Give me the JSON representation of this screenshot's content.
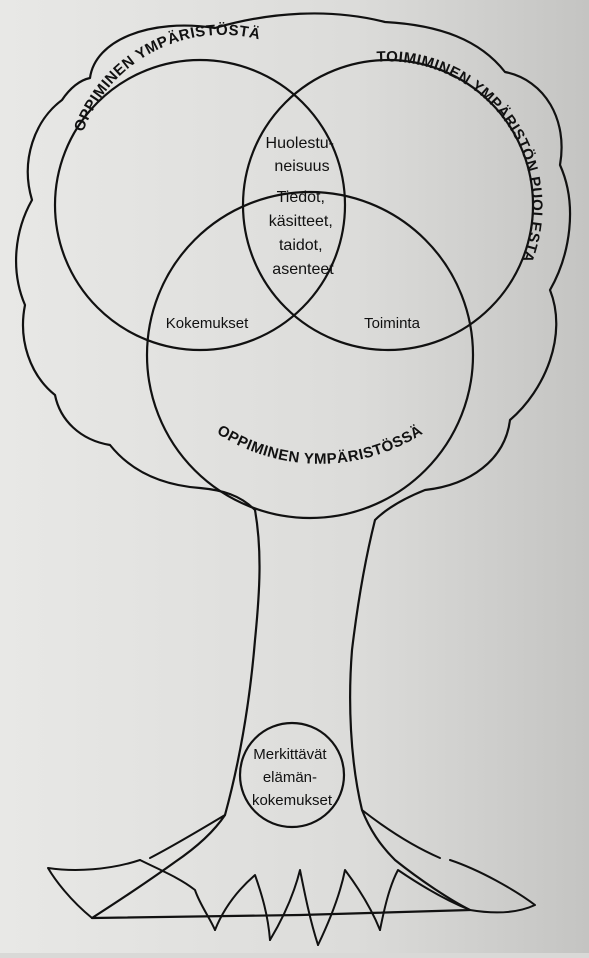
{
  "circles": {
    "top_left_title": "OPPIMINEN YMPÄRISTÖSTÄ",
    "top_right_title": "TOIMIMINEN YMPÄRISTÖN PUOLESTA",
    "bottom_title": "OPPIMINEN YMPÄRISTÖSSÄ"
  },
  "regions": {
    "concern": [
      "Huolestu-",
      "neisuus"
    ],
    "center": [
      "Tiedot,",
      "käsitteet,",
      "taidot,",
      "asenteet"
    ],
    "experiences": "Kokemukset",
    "action": "Toiminta"
  },
  "roots_circle": [
    "Merkittävät",
    "elämän-",
    "kokemukset"
  ]
}
